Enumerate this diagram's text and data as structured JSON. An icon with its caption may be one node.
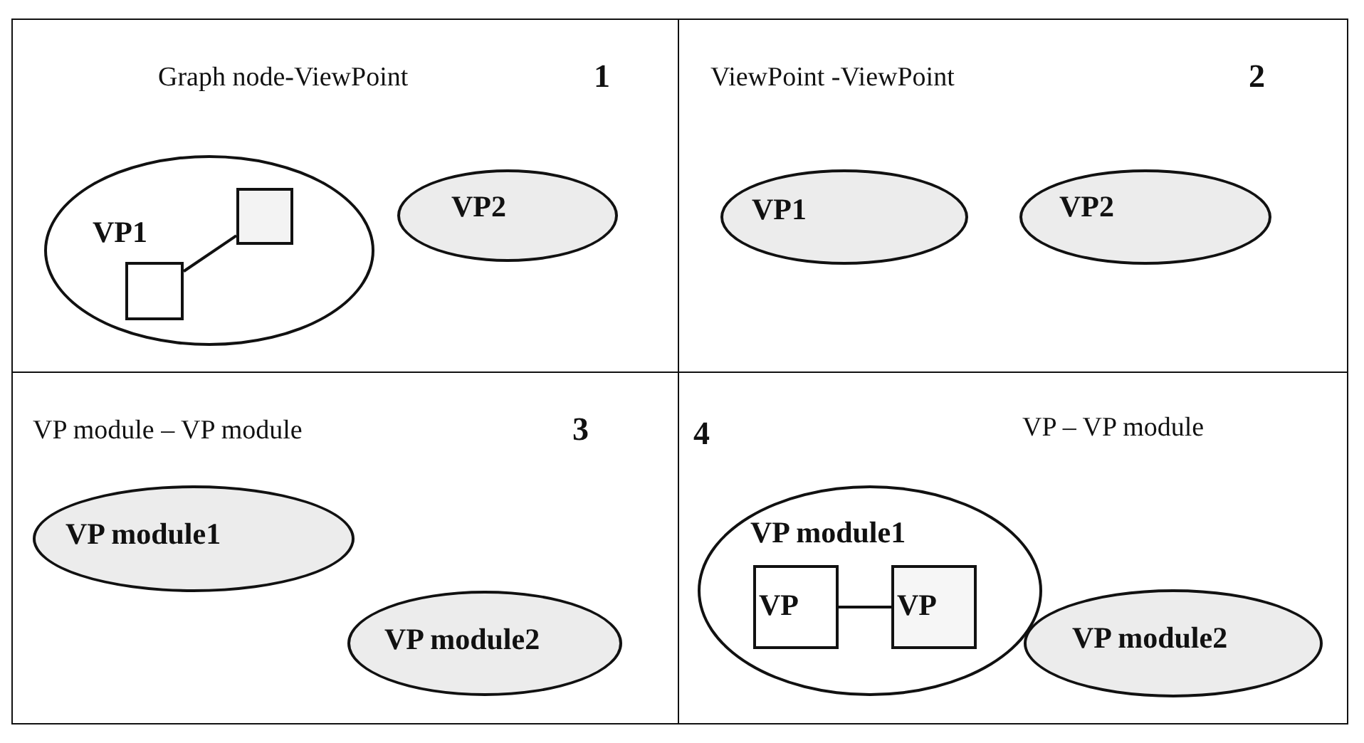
{
  "diagram": {
    "nodes": [
      {
        "text": [
          "Graph node-ViewPoint",
          "1"
        ]
      },
      {
        "text": [
          "VP1"
        ],
        "in": 0
      },
      {
        "text": [],
        "shape": "box",
        "in": 1
      },
      {
        "text": [],
        "shape": "box",
        "in": 1
      },
      {
        "text": [
          "VP2"
        ],
        "in": 0
      },
      {
        "text": [
          "ViewPoint -ViewPoint",
          "2"
        ]
      },
      {
        "text": [
          "VP1"
        ],
        "in": 5
      },
      {
        "text": [
          "VP2"
        ],
        "in": 5
      },
      {
        "text": [
          "VP module – VP module",
          "3"
        ]
      },
      {
        "text": [
          "VP module1"
        ],
        "in": 8
      },
      {
        "text": [
          "VP module2"
        ],
        "in": 8
      },
      {
        "text": [
          "4",
          "VP – VP module"
        ]
      },
      {
        "text": [
          "VP module1"
        ],
        "in": 11
      },
      {
        "text": [
          "VP"
        ],
        "in": 12
      },
      {
        "text": [
          "VP"
        ],
        "in": 12
      },
      {
        "text": [
          "VP module2"
        ],
        "in": 11
      }
    ],
    "edges": [
      {
        "from": 2,
        "to": 3,
        "arrow": "none"
      },
      {
        "from": 13,
        "to": 14,
        "arrow": "none"
      }
    ]
  }
}
